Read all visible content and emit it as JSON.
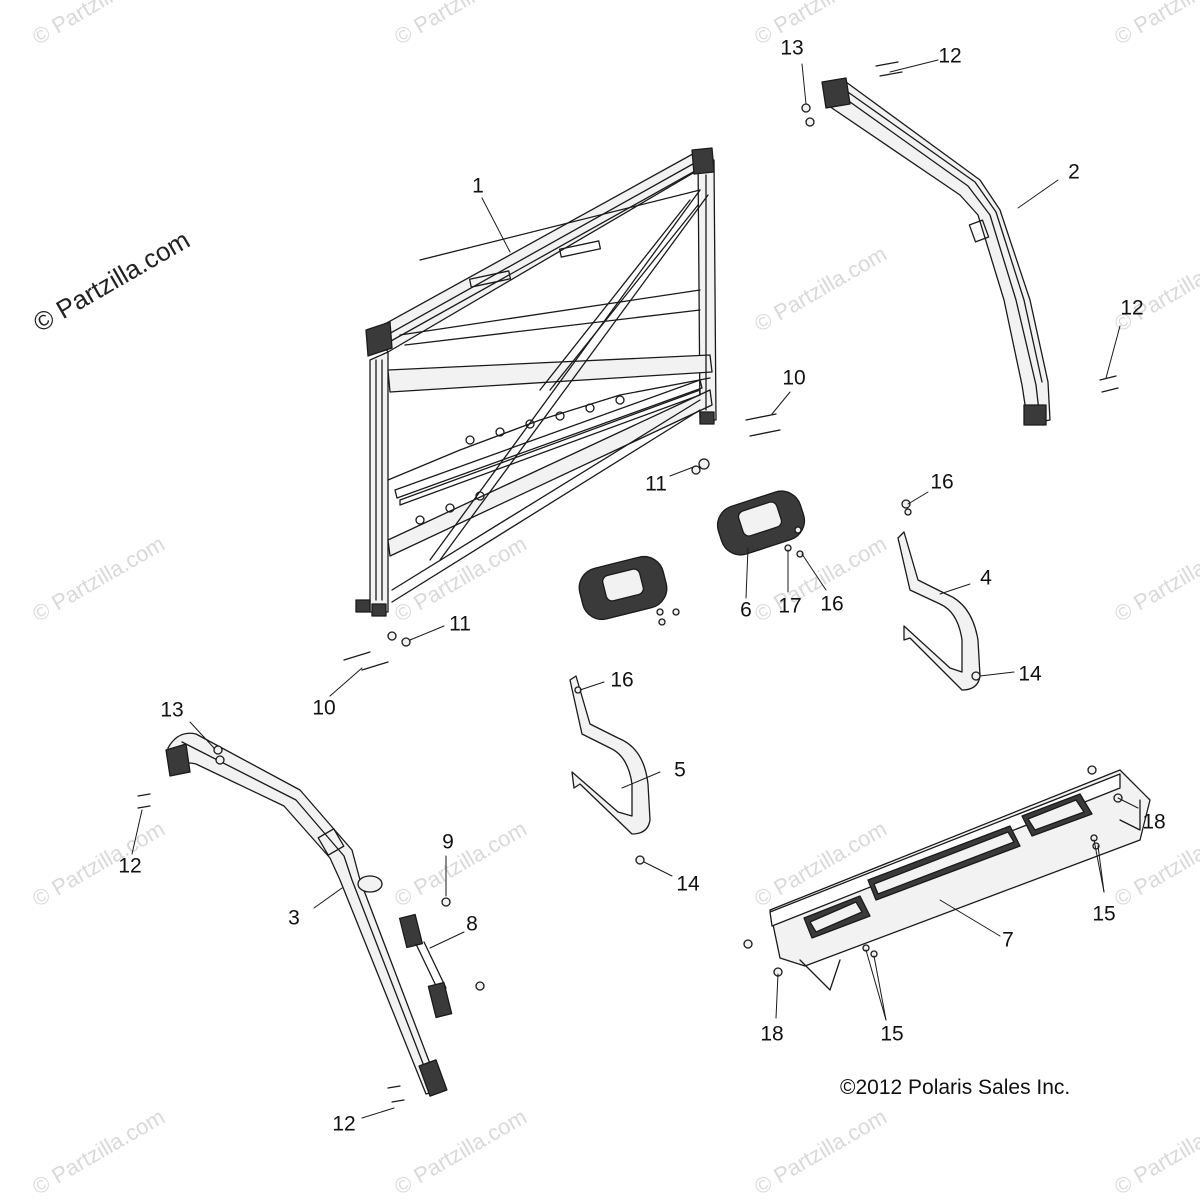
{
  "diagram": {
    "brand_watermark": "© Partzilla.com",
    "faint_watermark": "© Partzilla.com",
    "copyright": "©2012 Polaris Sales Inc.",
    "callouts": {
      "c1": "1",
      "c2": "2",
      "c3": "3",
      "c4": "4",
      "c5": "5",
      "c6": "6",
      "c7": "7",
      "c8": "8",
      "c9": "9",
      "c10a": "10",
      "c10b": "10",
      "c11a": "11",
      "c11b": "11",
      "c12a": "12",
      "c12b": "12",
      "c12c": "12",
      "c12d": "12",
      "c13a": "13",
      "c13b": "13",
      "c14a": "14",
      "c14b": "14",
      "c15a": "15",
      "c15b": "15",
      "c16a": "16",
      "c16b": "16",
      "c16c": "16",
      "c17": "17",
      "c18a": "18",
      "c18b": "18"
    },
    "colors": {
      "line": "#1a1a1a",
      "watermark": "#d9d9d9",
      "part_fill": "#f2f2f2",
      "dark_fill": "#3a3a3a"
    }
  }
}
